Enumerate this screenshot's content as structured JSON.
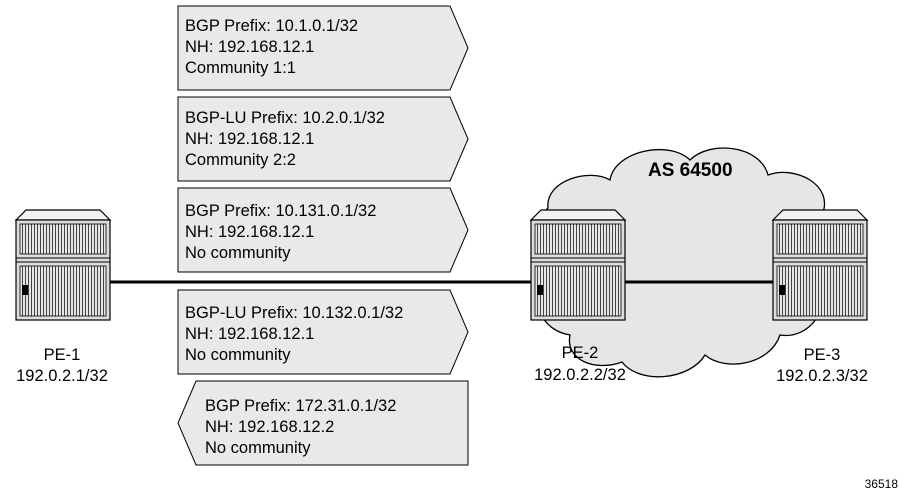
{
  "as_label": "AS 64500",
  "figure_id": "36518",
  "routers": [
    {
      "name": "PE-1",
      "address": "192.0.2.1/32"
    },
    {
      "name": "PE-2",
      "address": "192.0.2.2/32"
    },
    {
      "name": "PE-3",
      "address": "192.0.2.3/32"
    }
  ],
  "messages": [
    {
      "direction": "right",
      "lines": [
        "BGP Prefix: 10.1.0.1/32",
        "NH: 192.168.12.1",
        "Community 1:1"
      ]
    },
    {
      "direction": "right",
      "lines": [
        "BGP-LU Prefix: 10.2.0.1/32",
        "NH: 192.168.12.1",
        "Community 2:2"
      ]
    },
    {
      "direction": "right",
      "lines": [
        "BGP Prefix: 10.131.0.1/32",
        "NH: 192.168.12.1",
        "No community"
      ]
    },
    {
      "direction": "right",
      "lines": [
        "BGP-LU Prefix: 10.132.0.1/32",
        "NH: 192.168.12.1",
        "No community"
      ]
    },
    {
      "direction": "left",
      "lines": [
        "BGP Prefix: 172.31.0.1/32",
        "NH: 192.168.12.2",
        "No community"
      ]
    }
  ]
}
